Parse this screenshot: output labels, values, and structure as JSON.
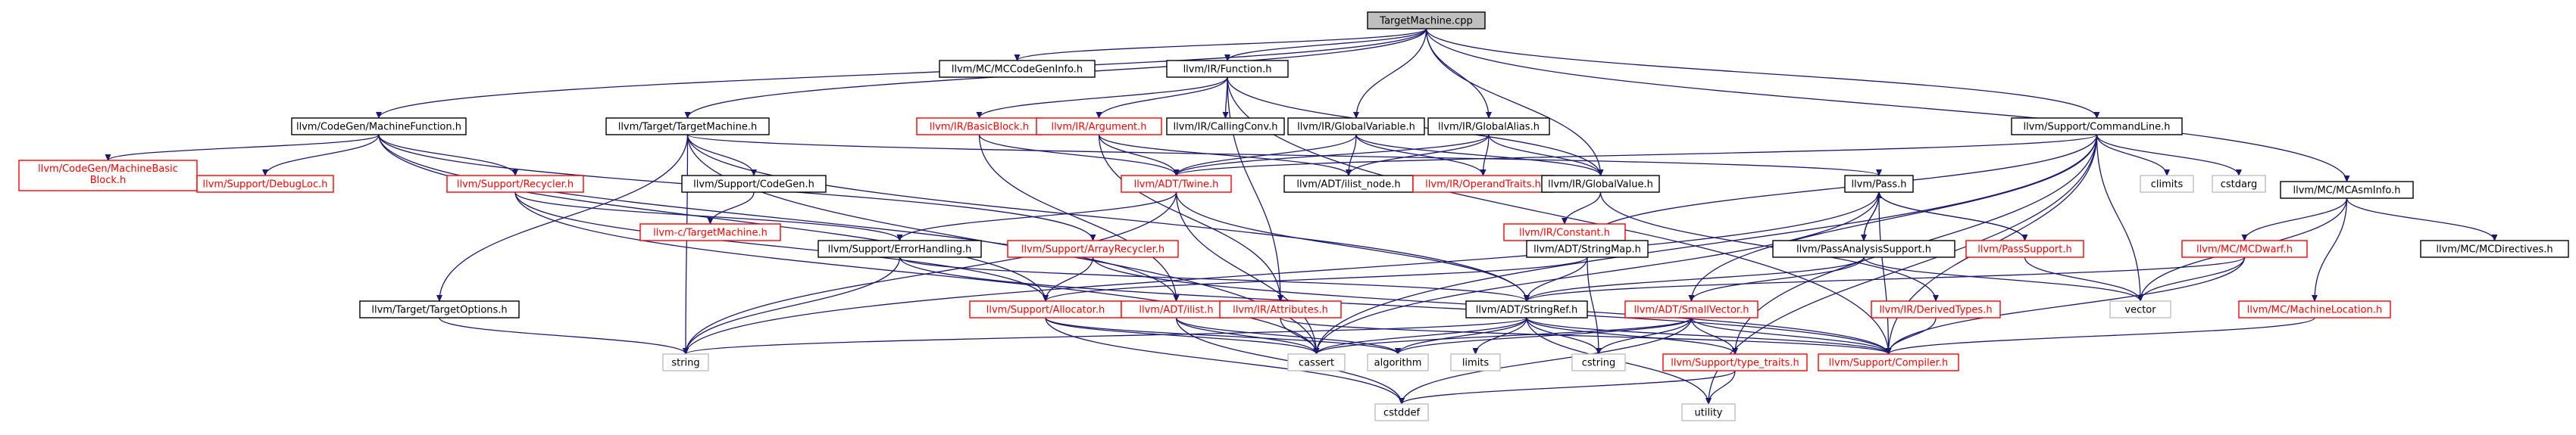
{
  "graph": {
    "root": "TargetMachine.cpp",
    "colors": {
      "edge": "#191970",
      "local_border": "#000000",
      "external_border": "#bfbfbf",
      "missing_border": "#ff0000",
      "missing_text": "#ff0000",
      "root_fill": "#bfbfbf"
    },
    "nodes": [
      {
        "id": "root",
        "label": "TargetMachine.cpp",
        "kind": "root"
      },
      {
        "id": "mccgi",
        "label": "llvm/MC/MCCodeGenInfo.h",
        "kind": "local"
      },
      {
        "id": "func",
        "label": "llvm/IR/Function.h",
        "kind": "local"
      },
      {
        "id": "cmdline",
        "label": "llvm/Support/CommandLine.h",
        "kind": "local"
      },
      {
        "id": "mf",
        "label": "llvm/CodeGen/MachineFunction.h",
        "kind": "local"
      },
      {
        "id": "tm",
        "label": "llvm/Target/TargetMachine.h",
        "kind": "local"
      },
      {
        "id": "bb",
        "label": "llvm/IR/BasicBlock.h",
        "kind": "missing"
      },
      {
        "id": "arg",
        "label": "llvm/IR/Argument.h",
        "kind": "missing"
      },
      {
        "id": "cc",
        "label": "llvm/IR/CallingConv.h",
        "kind": "local"
      },
      {
        "id": "gvar",
        "label": "llvm/IR/GlobalVariable.h",
        "kind": "local"
      },
      {
        "id": "galias",
        "label": "llvm/IR/GlobalAlias.h",
        "kind": "local"
      },
      {
        "id": "mcasm",
        "label": "llvm/MC/MCAsmInfo.h",
        "kind": "local"
      },
      {
        "id": "mbb",
        "label": "llvm/CodeGen/MachineBasic Block.h",
        "kind": "missing"
      },
      {
        "id": "dbgloc",
        "label": "llvm/Support/DebugLoc.h",
        "kind": "missing"
      },
      {
        "id": "recycler",
        "label": "llvm/Support/Recycler.h",
        "kind": "missing"
      },
      {
        "id": "codegen",
        "label": "llvm/Support/CodeGen.h",
        "kind": "local"
      },
      {
        "id": "twine",
        "label": "llvm/ADT/Twine.h",
        "kind": "missing"
      },
      {
        "id": "ilistnode",
        "label": "llvm/ADT/ilist_node.h",
        "kind": "local"
      },
      {
        "id": "optraits",
        "label": "llvm/IR/OperandTraits.h",
        "kind": "missing"
      },
      {
        "id": "gvalue",
        "label": "llvm/IR/GlobalValue.h",
        "kind": "local"
      },
      {
        "id": "pass",
        "label": "llvm/Pass.h",
        "kind": "local"
      },
      {
        "id": "climits",
        "label": "climits",
        "kind": "external"
      },
      {
        "id": "cstdarg",
        "label": "cstdarg",
        "kind": "external"
      },
      {
        "id": "ctm",
        "label": "llvm-c/TargetMachine.h",
        "kind": "missing"
      },
      {
        "id": "errh",
        "label": "llvm/Support/ErrorHandling.h",
        "kind": "local"
      },
      {
        "id": "arecycler",
        "label": "llvm/Support/ArrayRecycler.h",
        "kind": "missing"
      },
      {
        "id": "constant",
        "label": "llvm/IR/Constant.h",
        "kind": "missing"
      },
      {
        "id": "strmap",
        "label": "llvm/ADT/StringMap.h",
        "kind": "local"
      },
      {
        "id": "pas",
        "label": "llvm/PassAnalysisSupport.h",
        "kind": "local"
      },
      {
        "id": "passsup",
        "label": "llvm/PassSupport.h",
        "kind": "missing"
      },
      {
        "id": "mcdwarf",
        "label": "llvm/MC/MCDwarf.h",
        "kind": "missing"
      },
      {
        "id": "mcdir",
        "label": "llvm/MC/MCDirectives.h",
        "kind": "local"
      },
      {
        "id": "tgtopt",
        "label": "llvm/Target/TargetOptions.h",
        "kind": "local"
      },
      {
        "id": "alloc",
        "label": "llvm/Support/Allocator.h",
        "kind": "missing"
      },
      {
        "id": "ilist",
        "label": "llvm/ADT/ilist.h",
        "kind": "missing"
      },
      {
        "id": "attrs",
        "label": "llvm/IR/Attributes.h",
        "kind": "missing"
      },
      {
        "id": "strref",
        "label": "llvm/ADT/StringRef.h",
        "kind": "local"
      },
      {
        "id": "smallvec",
        "label": "llvm/ADT/SmallVector.h",
        "kind": "missing"
      },
      {
        "id": "dertypes",
        "label": "llvm/IR/DerivedTypes.h",
        "kind": "missing"
      },
      {
        "id": "vector",
        "label": "vector",
        "kind": "external"
      },
      {
        "id": "mcloc",
        "label": "llvm/MC/MachineLocation.h",
        "kind": "missing"
      },
      {
        "id": "string",
        "label": "string",
        "kind": "external"
      },
      {
        "id": "cassert",
        "label": "cassert",
        "kind": "external"
      },
      {
        "id": "algorithm",
        "label": "algorithm",
        "kind": "external"
      },
      {
        "id": "limits",
        "label": "limits",
        "kind": "external"
      },
      {
        "id": "cstring",
        "label": "cstring",
        "kind": "external"
      },
      {
        "id": "typetraits",
        "label": "llvm/Support/type_traits.h",
        "kind": "missing"
      },
      {
        "id": "compiler",
        "label": "llvm/Support/Compiler.h",
        "kind": "missing"
      },
      {
        "id": "utility",
        "label": "utility",
        "kind": "external"
      },
      {
        "id": "cstddef",
        "label": "cstddef",
        "kind": "external"
      }
    ],
    "edges": [
      [
        "root",
        "mccgi"
      ],
      [
        "root",
        "func"
      ],
      [
        "root",
        "cmdline"
      ],
      [
        "root",
        "mf"
      ],
      [
        "root",
        "tm"
      ],
      [
        "root",
        "gvar"
      ],
      [
        "root",
        "galias"
      ],
      [
        "root",
        "mcasm"
      ],
      [
        "root",
        "gvalue"
      ],
      [
        "func",
        "bb"
      ],
      [
        "func",
        "arg"
      ],
      [
        "func",
        "cc"
      ],
      [
        "func",
        "attrs"
      ],
      [
        "func",
        "gvalue"
      ],
      [
        "func",
        "compiler"
      ],
      [
        "mf",
        "mbb"
      ],
      [
        "mf",
        "dbgloc"
      ],
      [
        "mf",
        "recycler"
      ],
      [
        "mf",
        "arecycler"
      ],
      [
        "mf",
        "ilist"
      ],
      [
        "mf",
        "alloc"
      ],
      [
        "tm",
        "codegen"
      ],
      [
        "tm",
        "tgtopt"
      ],
      [
        "tm",
        "string"
      ],
      [
        "tm",
        "strref"
      ],
      [
        "tm",
        "cassert"
      ],
      [
        "tm",
        "pass"
      ],
      [
        "bb",
        "twine"
      ],
      [
        "bb",
        "ilist"
      ],
      [
        "arg",
        "twine"
      ],
      [
        "arg",
        "ilistnode"
      ],
      [
        "arg",
        "attrs"
      ],
      [
        "gvar",
        "twine"
      ],
      [
        "gvar",
        "ilistnode"
      ],
      [
        "gvar",
        "optraits"
      ],
      [
        "gvar",
        "gvalue"
      ],
      [
        "galias",
        "twine"
      ],
      [
        "galias",
        "ilistnode"
      ],
      [
        "galias",
        "optraits"
      ],
      [
        "galias",
        "gvalue"
      ],
      [
        "cmdline",
        "twine"
      ],
      [
        "cmdline",
        "strmap"
      ],
      [
        "cmdline",
        "smallvec"
      ],
      [
        "cmdline",
        "compiler"
      ],
      [
        "cmdline",
        "climits"
      ],
      [
        "cmdline",
        "cstdarg"
      ],
      [
        "cmdline",
        "vector"
      ],
      [
        "cmdline",
        "utility"
      ],
      [
        "cmdline",
        "cassert"
      ],
      [
        "cmdline",
        "typetraits"
      ],
      [
        "mcasm",
        "mcdwarf"
      ],
      [
        "mcasm",
        "mcdir"
      ],
      [
        "mcasm",
        "mcloc"
      ],
      [
        "mcasm",
        "vector"
      ],
      [
        "recycler",
        "alloc"
      ],
      [
        "recycler",
        "errh"
      ],
      [
        "recycler",
        "cassert"
      ],
      [
        "codegen",
        "ctm"
      ],
      [
        "twine",
        "errh"
      ],
      [
        "twine",
        "strref"
      ],
      [
        "twine",
        "cassert"
      ],
      [
        "twine",
        "string"
      ],
      [
        "gvalue",
        "constant"
      ],
      [
        "gvalue",
        "dertypes"
      ],
      [
        "pass",
        "pas"
      ],
      [
        "pass",
        "passsup"
      ],
      [
        "pass",
        "string"
      ],
      [
        "pass",
        "cassert"
      ],
      [
        "pass",
        "compiler"
      ],
      [
        "pas",
        "pass"
      ],
      [
        "pas",
        "smallvec"
      ],
      [
        "pas",
        "vector"
      ],
      [
        "pas",
        "strref"
      ],
      [
        "passsup",
        "pass"
      ],
      [
        "passsup",
        "vector"
      ],
      [
        "errh",
        "strref"
      ],
      [
        "errh",
        "string"
      ],
      [
        "errh",
        "compiler"
      ],
      [
        "arecycler",
        "alloc"
      ],
      [
        "arecycler",
        "compiler"
      ],
      [
        "strmap",
        "strref"
      ],
      [
        "strmap",
        "alloc"
      ],
      [
        "strmap",
        "cstring"
      ],
      [
        "mcdwarf",
        "strref"
      ],
      [
        "mcdwarf",
        "compiler"
      ],
      [
        "mcdwarf",
        "vector"
      ],
      [
        "tgtopt",
        "string"
      ],
      [
        "alloc",
        "cassert"
      ],
      [
        "alloc",
        "cstddef"
      ],
      [
        "alloc",
        "algorithm"
      ],
      [
        "ilist",
        "cassert"
      ],
      [
        "ilist",
        "cstddef"
      ],
      [
        "ilist",
        "algorithm"
      ],
      [
        "attrs",
        "cassert"
      ],
      [
        "attrs",
        "compiler"
      ],
      [
        "strref",
        "cassert"
      ],
      [
        "strref",
        "algorithm"
      ],
      [
        "strref",
        "limits"
      ],
      [
        "strref",
        "cstring"
      ],
      [
        "strref",
        "utility"
      ],
      [
        "strref",
        "typetraits"
      ],
      [
        "strref",
        "string"
      ],
      [
        "strref",
        "compiler"
      ],
      [
        "smallvec",
        "typetraits"
      ],
      [
        "smallvec",
        "compiler"
      ],
      [
        "smallvec",
        "cassert"
      ],
      [
        "smallvec",
        "algorithm"
      ],
      [
        "smallvec",
        "cstring"
      ],
      [
        "smallvec",
        "cstddef"
      ],
      [
        "dertypes",
        "compiler"
      ],
      [
        "mcloc",
        "compiler"
      ],
      [
        "typetraits",
        "utility"
      ],
      [
        "typetraits",
        "cstddef"
      ]
    ]
  }
}
